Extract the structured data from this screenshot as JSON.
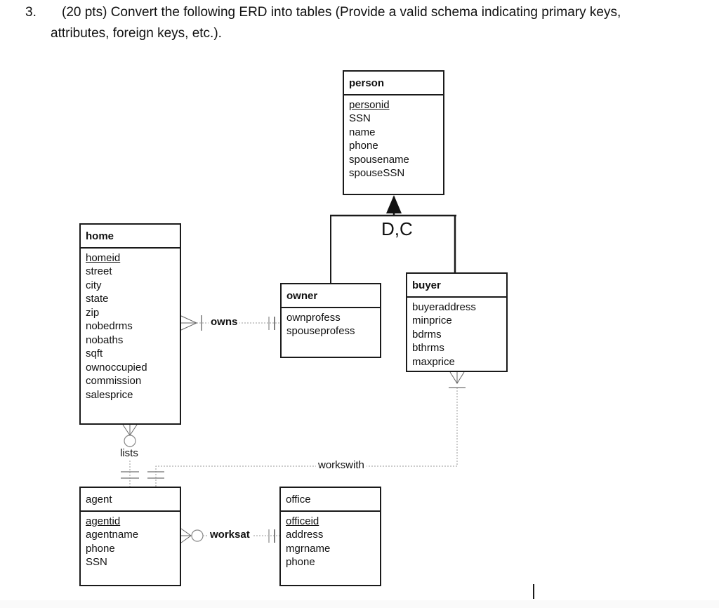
{
  "question": {
    "number": "3.",
    "text_line1": "(20 pts) Convert the following ERD into tables (Provide a valid schema indicating primary keys,",
    "text_line2": "attributes, foreign keys, etc.)."
  },
  "diagram": {
    "entities": {
      "person": {
        "title": "person",
        "primary_key": "personid",
        "attributes": [
          "personid",
          "SSN",
          "name",
          "phone",
          "spousename",
          "spouseSSN"
        ]
      },
      "home": {
        "title": "home",
        "primary_key": "homeid",
        "attributes": [
          "homeid",
          "street",
          "city",
          "state",
          "zip",
          "nobedrms",
          "nobaths",
          "sqft",
          "ownoccupied",
          "commission",
          "salesprice"
        ]
      },
      "owner": {
        "title": "owner",
        "attributes": [
          "ownprofess",
          "spouseprofess"
        ]
      },
      "buyer": {
        "title": "buyer",
        "attributes": [
          "buyeraddress",
          "minprice",
          "bdrms",
          "bthrms",
          "maxprice"
        ]
      },
      "agent": {
        "title": "agent",
        "primary_key": "agentid",
        "attributes": [
          "agentid",
          "agentname",
          "phone",
          "SSN"
        ]
      },
      "office": {
        "title": "office",
        "primary_key": "officeid",
        "attributes": [
          "officeid",
          "address",
          "mgrname",
          "phone"
        ]
      }
    },
    "relationships": {
      "owns": {
        "label": "owns"
      },
      "lists": {
        "label": "lists"
      },
      "workswith": {
        "label": "workswith"
      },
      "worksat": {
        "label": "worksat"
      }
    },
    "specialization": {
      "label": "D,C"
    }
  },
  "colors": {
    "box_line": "#1a1a1a",
    "connector_line": "#8a8a8a",
    "background": "#ffffff"
  }
}
